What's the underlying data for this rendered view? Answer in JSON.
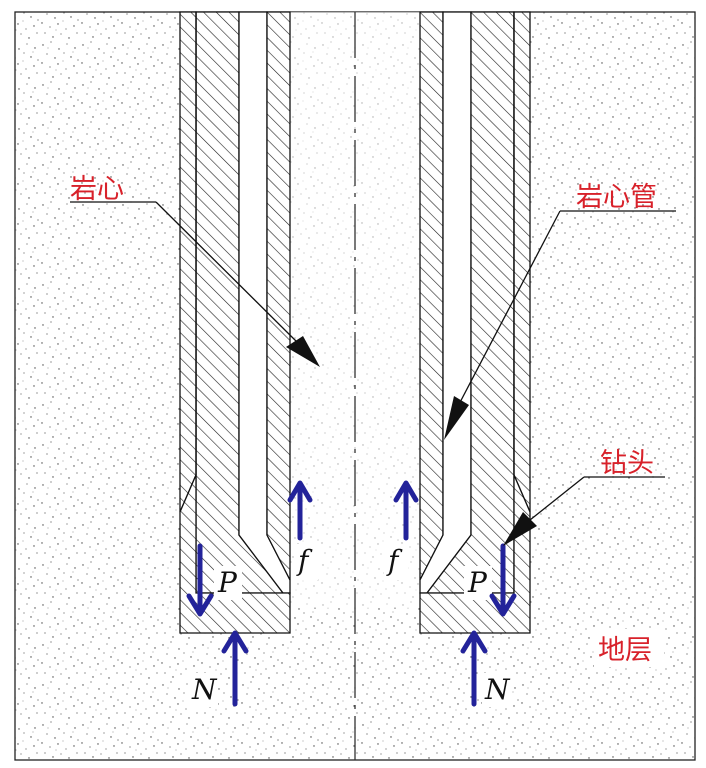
{
  "labels": {
    "core": "岩心",
    "core_tube": "岩心管",
    "drill_bit": "钻头",
    "stratum": "地层"
  },
  "symbols": {
    "pressure": "P",
    "friction": "f",
    "normal_force": "N"
  },
  "colors": {
    "label_red": "#d8212a",
    "arrow_blue": "#23239a",
    "outline": "#111111"
  }
}
